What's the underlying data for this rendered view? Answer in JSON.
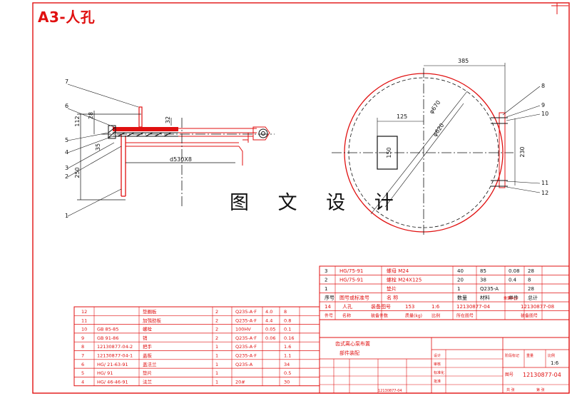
{
  "sheet": {
    "title": "A3-人孔"
  },
  "watermark": "图 文 设 计",
  "side_view": {
    "leaders": [
      "7",
      "6",
      "5",
      "4",
      "3",
      "2",
      "1"
    ],
    "dims": {
      "d112": "112",
      "d28": "28",
      "d32": "32",
      "d35": "35",
      "d250": "250",
      "dia": "d530X8"
    }
  },
  "front_view": {
    "leaders": [
      "8",
      "9",
      "10",
      "11",
      "12"
    ],
    "dims": {
      "d385": "385",
      "d125": "125",
      "d150": "150",
      "d230": "230",
      "dia_outer": "φ670",
      "dia_inner": "φ620"
    }
  },
  "upper_table": {
    "rows": [
      [
        "3",
        "HG/75-91",
        "螺母 M24",
        "40",
        "85",
        "0.08",
        "28"
      ],
      [
        "2",
        "HG/75-91",
        "螺栓 M24X125",
        "20",
        "38",
        "0.4",
        "8"
      ],
      [
        "1",
        "",
        "垫片",
        "1",
        "Q235-A",
        "",
        "28"
      ],
      [
        "序号",
        "图号或标准号",
        "名    称",
        "数量",
        "材料",
        "单件",
        "总计"
      ]
    ],
    "weight_label": "重量(kg)",
    "info": [
      "14",
      "人孔",
      "装备图号",
      "153",
      "1:6",
      "12130877-04",
      "12130877-08"
    ],
    "info_caption": [
      "件号",
      "名称",
      "装备件数",
      "质量(kg)",
      "比例",
      "所在图号",
      "装备图号"
    ]
  },
  "lower_table": {
    "rows": [
      [
        "12",
        "",
        "垫圈板",
        "2",
        "Q235-A·F",
        "4.0",
        "8"
      ],
      [
        "11",
        "",
        "加强肋板",
        "2",
        "Q235-A·F",
        "4.4",
        "0.8"
      ],
      [
        "10",
        "GB 85-85",
        "螺栓",
        "2",
        "100HV",
        "0.05",
        "0.1"
      ],
      [
        "9",
        "GB 91-86",
        "销",
        "2",
        "Q235-A·F",
        "0.06",
        "0.16"
      ],
      [
        "8",
        "12130877-04-2",
        "把手",
        "1",
        "Q235-A·F",
        "",
        "1.6"
      ],
      [
        "7",
        "12130877-04-1",
        "盖板",
        "1",
        "Q235-A·F",
        "",
        "1.1"
      ],
      [
        "6",
        "HG/ 21-63-91",
        "盖法兰",
        "1",
        "Q235-A",
        "",
        "34"
      ],
      [
        "5",
        "HG/ 91",
        "垫片",
        "1",
        "",
        "",
        "0.5"
      ],
      [
        "4",
        "HG/ 46-46-91",
        "法兰",
        "1",
        "20#",
        "",
        "30"
      ]
    ]
  },
  "title_block": {
    "name": "齿式离心泵布置",
    "sub": "部件装配",
    "drawing_no": "12130877-04",
    "scale": "1:6",
    "f_stage": "阶段标记",
    "f_weight": "重量",
    "f_scale": "比例",
    "f_design": "设计",
    "f_check": "审核",
    "f_std": "标准化",
    "f_approve": "批准",
    "f_no": "图号",
    "f_sheet": "共  张",
    "f_page": "第  张",
    "bottom_mark": "12130877-04"
  }
}
